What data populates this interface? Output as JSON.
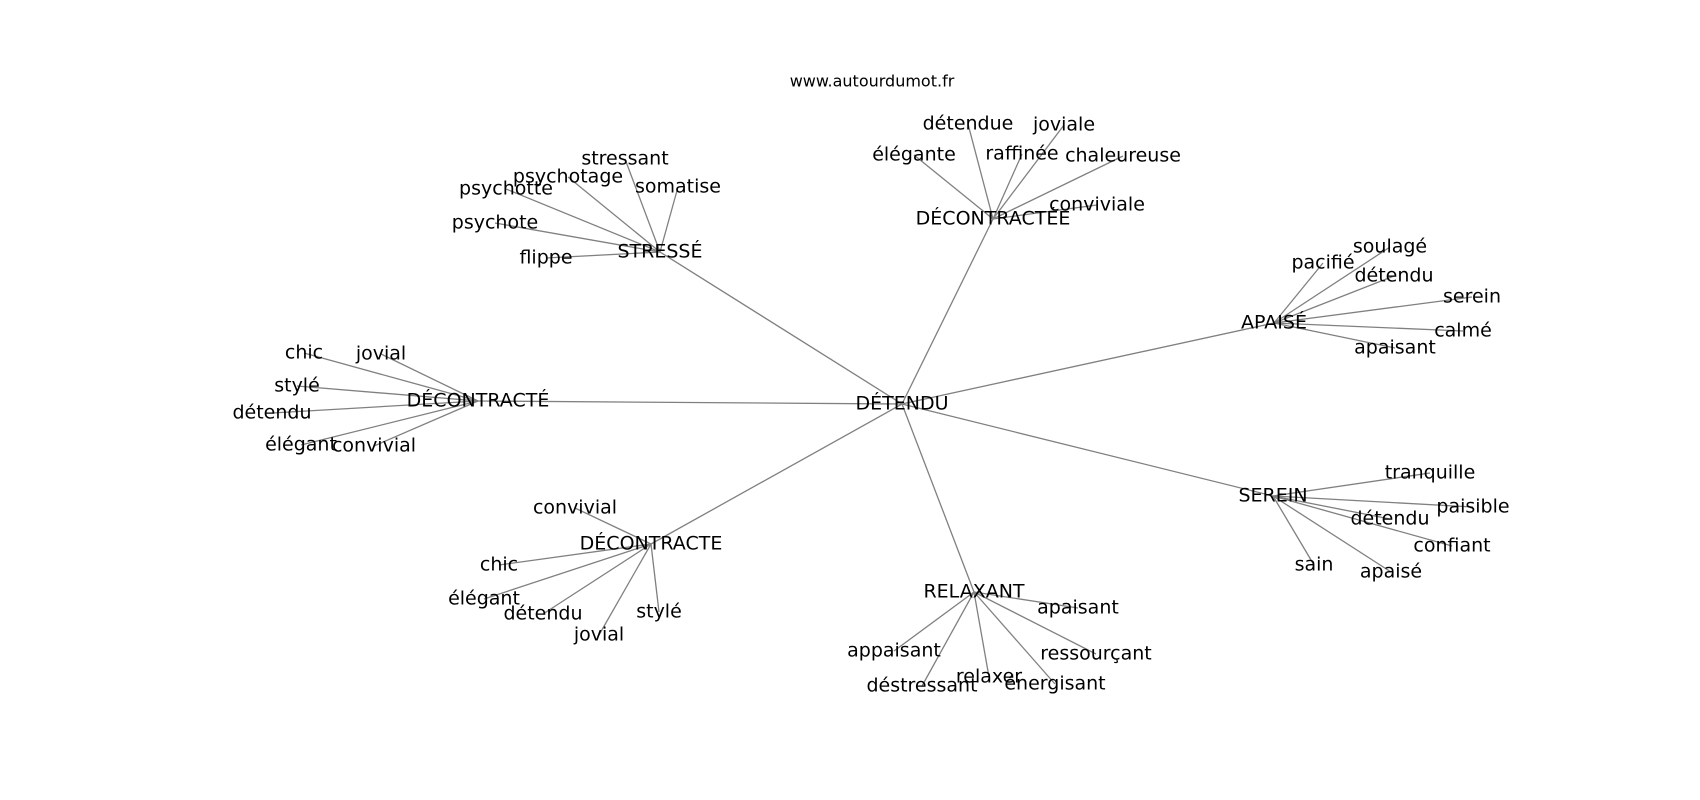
{
  "source_label": "www.autourdumot.fr",
  "graph": {
    "center": "DÉTENDU",
    "groups": [
      {
        "label": "DÉCONTRACTÉE",
        "words": [
          "détendue",
          "joviale",
          "élégante",
          "raffinée",
          "chaleureuse",
          "conviviale"
        ]
      },
      {
        "label": "STRESSÉ",
        "words": [
          "stressant",
          "psychotage",
          "psychotte",
          "somatise",
          "psychote",
          "flippe"
        ]
      },
      {
        "label": "APAISÉ",
        "words": [
          "pacifié",
          "soulagé",
          "détendu",
          "serein",
          "calmé",
          "apaisant"
        ]
      },
      {
        "label": "DÉCONTRACTÉ",
        "words": [
          "chic",
          "jovial",
          "stylé",
          "détendu",
          "élégant",
          "convivial"
        ]
      },
      {
        "label": "SEREIN",
        "words": [
          "tranquille",
          "paisible",
          "détendu",
          "confiant",
          "sain",
          "apaisé"
        ]
      },
      {
        "label": "DÉCONTRACTE",
        "words": [
          "convivial",
          "chic",
          "élégant",
          "détendu",
          "jovial",
          "stylé"
        ]
      },
      {
        "label": "RELAXANT",
        "words": [
          "apaisant",
          "appaisant",
          "ressourçant",
          "relaxer",
          "déstressant",
          "énergisant"
        ]
      }
    ]
  }
}
